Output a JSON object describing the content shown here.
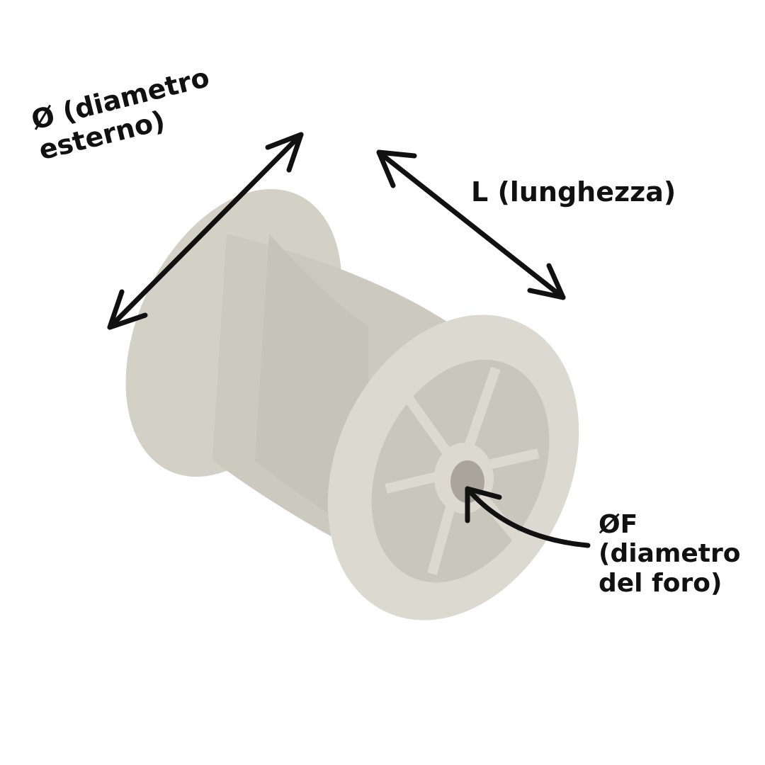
{
  "labels": {
    "outer_diameter": [
      "Ø (diametro",
      "esterno)"
    ],
    "length": "L (lunghezza)",
    "hole_diameter": [
      "ØF",
      "(diametro",
      "del foro)"
    ]
  },
  "colors": {
    "part": "#d8d5cc",
    "arrow": "#111111"
  }
}
